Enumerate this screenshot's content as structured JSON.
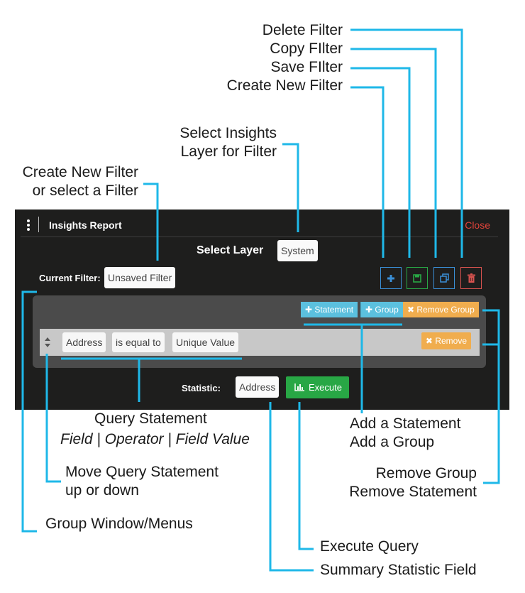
{
  "callouts": {
    "delete_filter": "Delete Filter",
    "copy_filter": "Copy FIlter",
    "save_filter": "Save FIlter",
    "create_new_filter": "Create New Filter",
    "select_layer_line1": "Select Insights",
    "select_layer_line2": "Layer for Filter",
    "create_or_select_line1": "Create New Filter",
    "create_or_select_line2": "or select a Filter",
    "query_statement_title": "Query Statement",
    "query_statement_sub": "Field  | Operator | Field Value",
    "add_statement": "Add a Statement",
    "add_group": "Add a Group",
    "move_line1": "Move Query Statement",
    "move_line2": "up or down",
    "remove_group": "Remove Group",
    "remove_statement": "Remove Statement",
    "group_window": "Group Window/Menus",
    "execute_query": "Execute Query",
    "summary_field": "Summary Statistic Field"
  },
  "app": {
    "title": "Insights Report",
    "close": "Close",
    "select_layer_label": "Select Layer",
    "layer_value": "System",
    "current_filter_label": "Current Filter:",
    "current_filter_value": "Unsaved Filter",
    "toolbar_icons": [
      "plus-icon",
      "save-icon",
      "copy-icon",
      "trash-icon"
    ],
    "group": {
      "add_statement": "Statement",
      "add_group": "Group",
      "remove_group": "Remove Group"
    },
    "statement": {
      "field": "Address",
      "operator": "is equal to",
      "value": "Unique Value",
      "remove": "Remove"
    },
    "statistic_label": "Statistic:",
    "statistic_value": "Address",
    "execute": "Execute"
  },
  "colors": {
    "callout_line": "#1fb8e8",
    "panel_bg": "#1e1e1d",
    "close": "#e0433a",
    "add_blue": "#5bc0de",
    "remove_orange": "#f0ad4e",
    "execute_green": "#28a745",
    "btn_create": "#3a8fd6",
    "btn_save": "#29a745",
    "btn_copy": "#3a8fd6",
    "btn_delete": "#d9534f"
  }
}
